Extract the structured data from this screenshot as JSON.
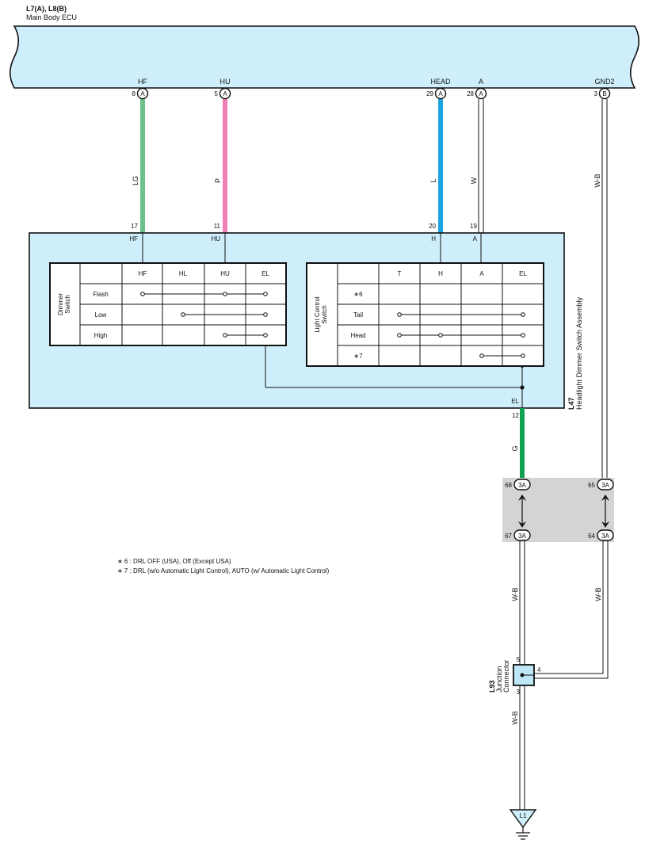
{
  "ecu": {
    "connector_title": "L7(A), L8(B)",
    "name": "Main Body ECU"
  },
  "ecu_pins": [
    {
      "label": "HF",
      "number": "8",
      "connector": "A"
    },
    {
      "label": "HU",
      "number": "5",
      "connector": "A"
    },
    {
      "label": "HEAD",
      "number": "29",
      "connector": "A"
    },
    {
      "label": "A",
      "number": "28",
      "connector": "A"
    },
    {
      "label": "GND2",
      "number": "3",
      "connector": "B"
    }
  ],
  "wires": {
    "hf": {
      "code": "LG",
      "color": "#6fc08a"
    },
    "hu": {
      "code": "P",
      "color": "#f07fb5"
    },
    "head": {
      "code": "L",
      "color": "#1ea3e0"
    },
    "a": {
      "code": "W",
      "color": "#ffffff"
    },
    "gnd_upper": {
      "code": "W-B"
    },
    "el": {
      "code": "G",
      "color": "#12a150"
    },
    "el_lower": {
      "code": "W-B"
    },
    "gnd_lower": {
      "code": "W-B"
    },
    "ground": {
      "code": "W-B"
    }
  },
  "assembly": {
    "code": "L47",
    "name": "Headlight Dimmer Switch Assembly",
    "terminals": [
      {
        "number": "17",
        "label": "HF"
      },
      {
        "number": "11",
        "label": "HU"
      },
      {
        "number": "20",
        "label": "H"
      },
      {
        "number": "19",
        "label": "A"
      }
    ],
    "el_terminal": {
      "label": "EL",
      "number": "12"
    }
  },
  "dimmer_switch": {
    "title_line1": "Dimmer",
    "title_line2": "Switch",
    "columns": [
      "HF",
      "HL",
      "HU",
      "EL"
    ],
    "rows": [
      "Flash",
      "Low",
      "High"
    ]
  },
  "light_control_switch": {
    "title_line1": "Light Control",
    "title_line2": "Switch",
    "columns": [
      "T",
      "H",
      "A",
      "EL"
    ],
    "rows": [
      "∗6",
      "Tail",
      "Head",
      "∗7"
    ]
  },
  "junction_block": {
    "connector": "3A",
    "pins": {
      "top_left": "68",
      "top_right": "65",
      "bottom_left": "67",
      "bottom_right": "64"
    },
    "background": "#d4d4d4"
  },
  "junction_connector": {
    "code": "L93",
    "name_line1": "Junction",
    "name_line2": "Connector",
    "pins": {
      "top": "5",
      "right": "4",
      "bottom": "3"
    },
    "fill": "#bfe8f6"
  },
  "ground": {
    "label": "L1"
  },
  "notes": [
    "∗ 6 : DRL OFF (USA),  Off (Except USA)",
    "∗ 7 : DRL (w/o Automatic Light Control),  AUTO (w/ Automatic Light Control)"
  ],
  "colors": {
    "component_fill": "#cdeefa",
    "outline": "#111111"
  }
}
